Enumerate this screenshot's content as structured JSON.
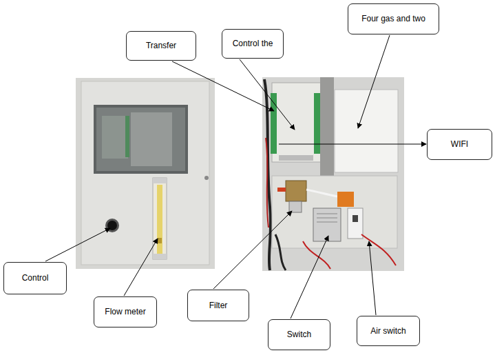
{
  "diagram": {
    "nodes": [
      {
        "text": [
          "Four gas and two"
        ]
      },
      {
        "text": [
          "Transfer"
        ]
      },
      {
        "text": [
          "Control the"
        ]
      },
      {
        "text": [
          "WIFI"
        ]
      },
      {
        "text": [
          "Control"
        ]
      },
      {
        "text": [
          "Flow meter"
        ]
      },
      {
        "text": [
          "Filter"
        ]
      },
      {
        "text": [
          "Air switch"
        ]
      },
      {
        "text": [
          "Switch"
        ]
      }
    ]
  }
}
